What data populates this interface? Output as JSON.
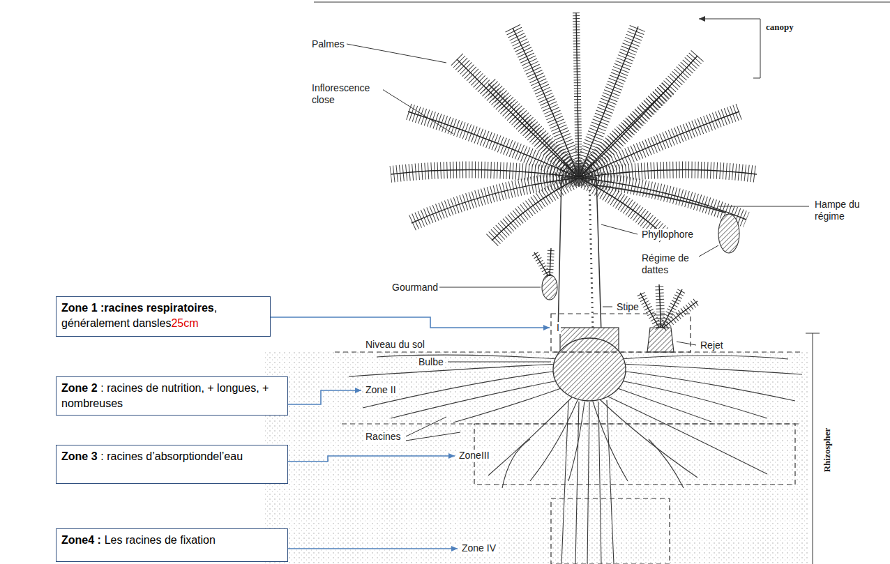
{
  "diagram": {
    "nodes": [
      {
        "text": [
          "Zone 1 :racines respiratoires",
          ", généralement dansles",
          "25cm"
        ]
      },
      {
        "text": [
          "Zone 2",
          ": racines de nutrition, + longues, + nombreuses"
        ]
      },
      {
        "text": [
          "Zone 3",
          ": racines d’absorptiondel’eau"
        ]
      },
      {
        "text": [
          "Zone4 :",
          "Les racines de fixation"
        ]
      }
    ],
    "edges": [],
    "labels": [
      "Palmes",
      "Inflorescence close",
      "canopy",
      "Hampe du régime",
      "Phyllophore",
      "Régime de dattes",
      "Gourmand",
      "Stipe",
      "Niveau du sol",
      "Rejet",
      "Bulbe",
      "I",
      "Zone II",
      "Racines",
      "ZoneIII",
      "Zone IV",
      "Rhizospher"
    ]
  }
}
